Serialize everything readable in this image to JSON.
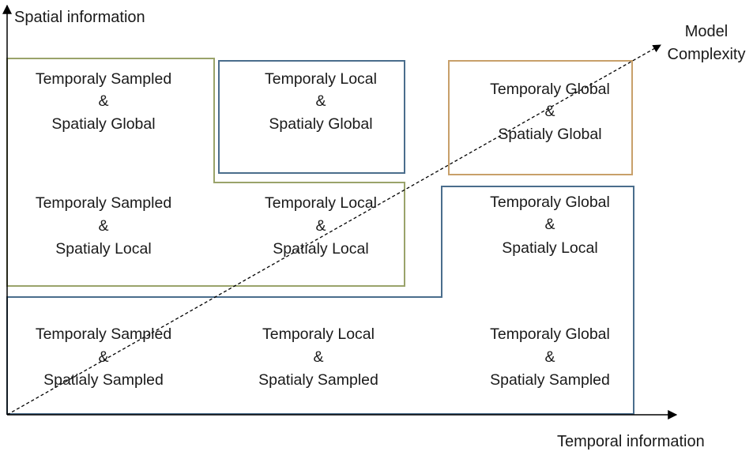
{
  "axes": {
    "y_label": "Spatial information",
    "x_label": "Temporal information",
    "diagonal_label": [
      "Model",
      "Complexity"
    ]
  },
  "cells": [
    {
      "id": "ts-sg",
      "lines": [
        "Temporaly Sampled",
        "&",
        "Spatialy Global"
      ]
    },
    {
      "id": "tl-sg",
      "lines": [
        "Temporaly Local",
        "&",
        "Spatialy Global"
      ]
    },
    {
      "id": "tg-sg",
      "lines": [
        "Temporaly Global",
        "&",
        "Spatialy Global"
      ]
    },
    {
      "id": "ts-sl",
      "lines": [
        "Temporaly Sampled",
        "&",
        "Spatialy Local"
      ]
    },
    {
      "id": "tl-sl",
      "lines": [
        "Temporaly Local",
        "&",
        "Spatialy Local"
      ]
    },
    {
      "id": "tg-sl",
      "lines": [
        "Temporaly Global",
        "&",
        "Spatialy Local"
      ]
    },
    {
      "id": "ts-ss",
      "lines": [
        "Temporaly Sampled",
        "&",
        "Spatialy Sampled"
      ]
    },
    {
      "id": "tl-ss",
      "lines": [
        "Temporaly Local",
        "&",
        "Spatialy Sampled"
      ]
    },
    {
      "id": "tg-ss",
      "lines": [
        "Temporaly Global",
        "&",
        "Spatialy Sampled"
      ]
    }
  ],
  "colors": {
    "axis": "#000000",
    "olive_box": "#9aa36a",
    "blue_box": "#4a6d8c",
    "orange_box": "#c8a06a",
    "text": "#1a1a1a"
  }
}
